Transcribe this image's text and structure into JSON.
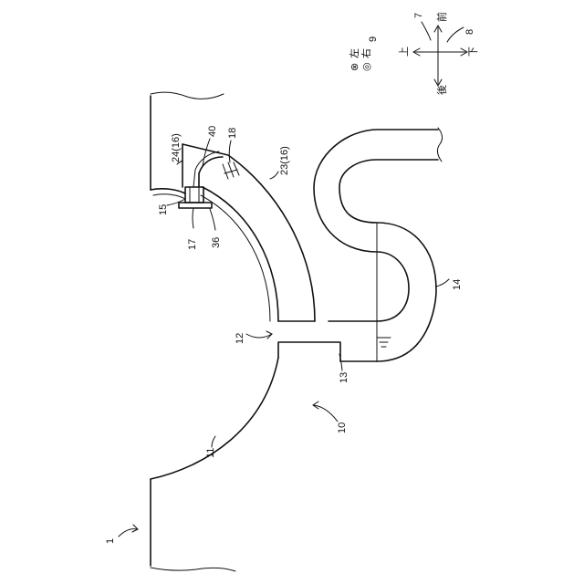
{
  "labels": {
    "ref_1": "1",
    "ref_7": "7",
    "ref_8": "8",
    "ref_9": "9",
    "ref_10": "10",
    "ref_11": "11",
    "ref_12": "12",
    "ref_13": "13",
    "ref_14": "14",
    "ref_15": "15",
    "ref_17": "17",
    "ref_18": "18",
    "ref_23": "23(16)",
    "ref_24": "24(16)",
    "ref_36": "36",
    "ref_40": "40"
  },
  "legend": {
    "right_symbol": "◎",
    "right_text": "右",
    "left_symbol": "⊗",
    "left_text": "左",
    "up": "上",
    "down": "下",
    "front": "前",
    "rear": "後"
  },
  "colors": {
    "line": "#111111",
    "background": "#ffffff"
  }
}
